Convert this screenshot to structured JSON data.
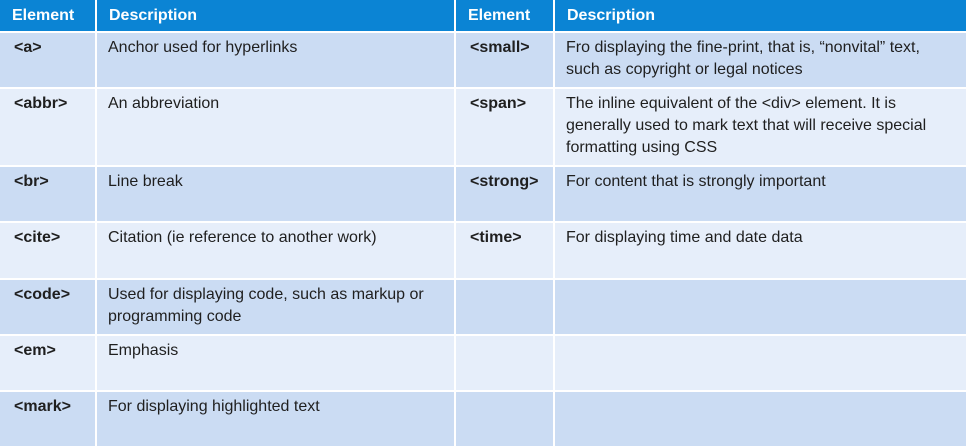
{
  "headers": [
    "Element",
    "Description",
    "Element",
    "Description"
  ],
  "rows": [
    {
      "tag1": "<a>",
      "desc1": "Anchor used for hyperlinks",
      "tag2": "<small>",
      "desc2": "Fro displaying the fine-print, that is, “nonvital” text, such as copyright or legal notices"
    },
    {
      "tag1": "<abbr>",
      "desc1": "An abbreviation",
      "tag2": "<span>",
      "desc2": "The inline equivalent of the <div> element. It is generally used to mark text that will receive special formatting using CSS"
    },
    {
      "tag1": "<br>",
      "desc1": "Line break",
      "tag2": "<strong>",
      "desc2": "For content that is strongly important"
    },
    {
      "tag1": "<cite>",
      "desc1": "Citation (ie reference to another work)",
      "tag2": "<time>",
      "desc2": "For displaying time and date data"
    },
    {
      "tag1": "<code>",
      "desc1": "Used for displaying code, such as markup or programming code",
      "tag2": "",
      "desc2": ""
    },
    {
      "tag1": "<em>",
      "desc1": "Emphasis",
      "tag2": "",
      "desc2": ""
    },
    {
      "tag1": "<mark>",
      "desc1": "For displaying highlighted text",
      "tag2": "",
      "desc2": ""
    }
  ],
  "colors": {
    "header_bg": "#0b84d4",
    "row_odd_bg": "#cbdcf3",
    "row_even_bg": "#e6eefa"
  }
}
